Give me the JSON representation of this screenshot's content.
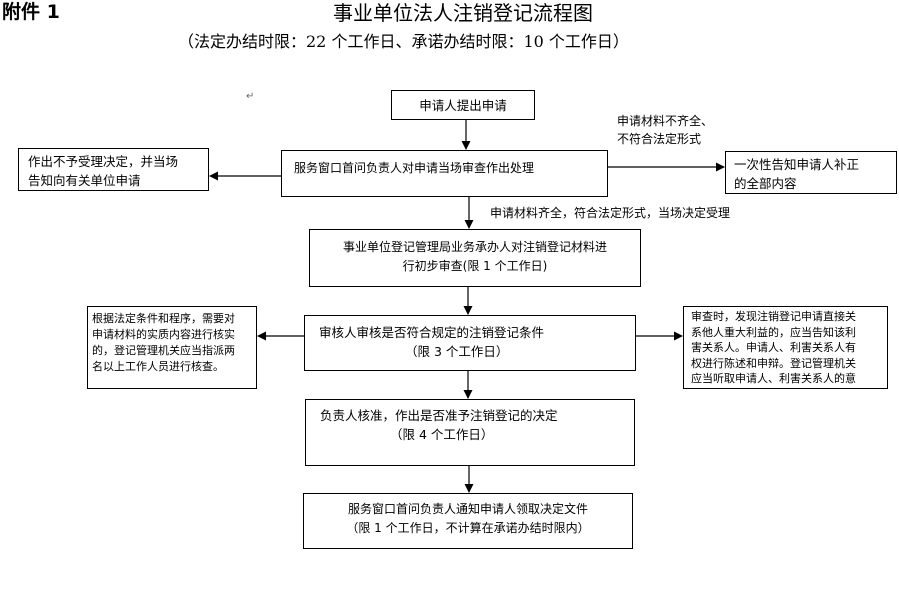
{
  "header": {
    "attachment": "附件 1",
    "title": "事业单位法人注销登记流程图",
    "subtitle": "（法定办结时限：22 个工作日、承诺办结时限：10 个工作日）"
  },
  "nodes": {
    "apply": "申请人提出申请",
    "window_review": "服务窗口首问负责人对申请当场审查作出处理",
    "reject": [
      "作出不予受理决定，并当场",
      "告知向有关单位申请"
    ],
    "notify_supplement": [
      "一次性告知申请人补正",
      "的全部内容"
    ],
    "preliminary_review": [
      "事业单位登记管理局业务承办人对注销登记材料进",
      "行初步审查(限 1 个工作日)"
    ],
    "verify_conditions": [
      "审核人审核是否符合规定的注销登记条件",
      "（限 3 个工作日）"
    ],
    "onsite_check": [
      "根据法定条件和程序，需要对",
      "申请材料的实质内容进行核实",
      "的，登记管理机关应当指派两",
      "名以上工作人员进行核查。"
    ],
    "interest_notice": [
      "审查时，发现注销登记申请直接关",
      "系他人重大利益的，应当告知该利",
      "害关系人。申请人、利害关系人有",
      "权进行陈述和申辩。登记管理机关",
      "应当听取申请人、利害关系人的意"
    ],
    "approve": [
      "负责人核准，作出是否准予注销登记的决定",
      "（限 4 个工作日）"
    ],
    "notify_collect": [
      "服务窗口首问负责人通知申请人领取决定文件",
      "（限 1 个工作日，不计算在承诺办结时限内）"
    ]
  },
  "edge_labels": {
    "incomplete": [
      "申请材料不齐全、",
      "不符合法定形式"
    ],
    "complete": "申请材料齐全，符合法定形式，当场决定受理"
  }
}
